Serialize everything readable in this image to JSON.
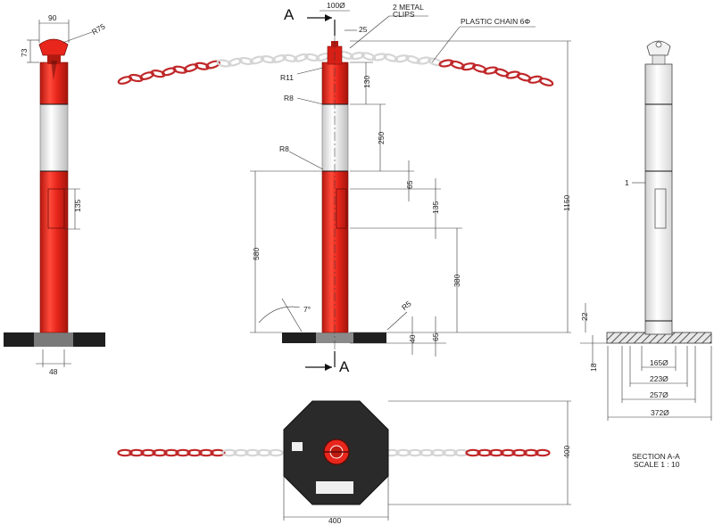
{
  "section_markers": {
    "top": "A",
    "bottom": "A"
  },
  "callouts": {
    "metal_clips": [
      "2 METAL",
      "CLIPS"
    ],
    "plastic_chain": "PLASTIC CHAIN 6Φ"
  },
  "side_view": {
    "top_width": "90",
    "top_height": "73",
    "radius": "R75",
    "panel_height": "135",
    "base_width": "48"
  },
  "front_view": {
    "r11": "R11",
    "r8_top": "R8",
    "r8_lower": "R8",
    "r5": "R5",
    "cap_dia": "100Ø",
    "cap_offset": "25",
    "h130": "130",
    "h250": "250",
    "h65_upper": "65",
    "h135": "135",
    "h580": "580",
    "h380": "380",
    "h65_lower": "65",
    "h40": "40",
    "angle": "7°",
    "total_height": "1150"
  },
  "section_view": {
    "title": "SECTION A-A",
    "scale": "SCALE 1 : 10",
    "wall": "1",
    "base_h22": "22",
    "base_h18": "18",
    "dims": [
      "165Ø",
      "223Ø",
      "257Ø",
      "372Ø"
    ]
  },
  "top_view": {
    "width": "400",
    "height": "400"
  },
  "colors": {
    "red": "#e8261c",
    "white": "#f2f2f2",
    "base": "#1f1f1f",
    "chain_red": "#c0282a"
  }
}
